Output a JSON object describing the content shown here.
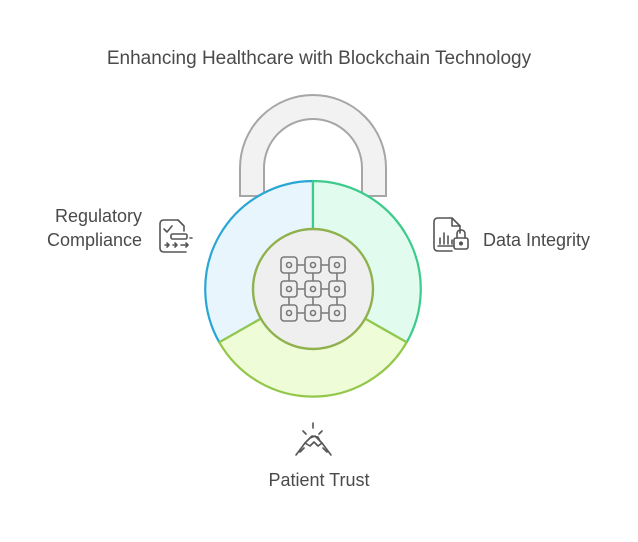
{
  "title": "Enhancing Healthcare with Blockchain Technology",
  "segments": {
    "regulatory": {
      "line1": "Regulatory",
      "line2": "Compliance",
      "fill": "#e8f5fd",
      "stroke": "#2aa6d4"
    },
    "integrity": {
      "label": "Data Integrity",
      "fill": "#e2fbef",
      "stroke": "#3ccb8a"
    },
    "trust": {
      "label": "Patient Trust",
      "fill": "#eefcd7",
      "stroke": "#92c74a"
    }
  },
  "icons": {
    "regulatory": "compliance-checklist-icon",
    "integrity": "chart-lock-icon",
    "trust": "handshake-icon",
    "center": "blockchain-grid-icon"
  }
}
